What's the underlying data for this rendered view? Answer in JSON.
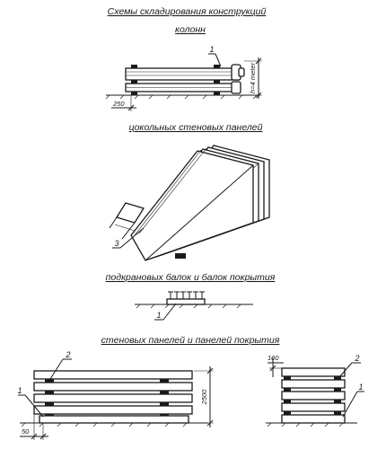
{
  "title": "Схемы складирования конструкций",
  "sections": {
    "columns": {
      "caption": "колонн",
      "callout": "1",
      "dim_height": "h=4 meter",
      "dim_offset": "250"
    },
    "plinth_panels": {
      "caption": "цокольных стеновых панелей",
      "callout": "3"
    },
    "crane_beams": {
      "caption": "подкрановых балок и балок покрытия",
      "callout": "1"
    },
    "wall_roof_panels": {
      "caption": "стеновых панелей и панелей покрытия",
      "left": {
        "callout_top": "2",
        "callout_bottom": "1",
        "dim_height": "2500",
        "dim_offset": "50"
      },
      "right": {
        "callout_top": "2",
        "callout_bottom": "1",
        "dim_gap": "100"
      }
    }
  }
}
